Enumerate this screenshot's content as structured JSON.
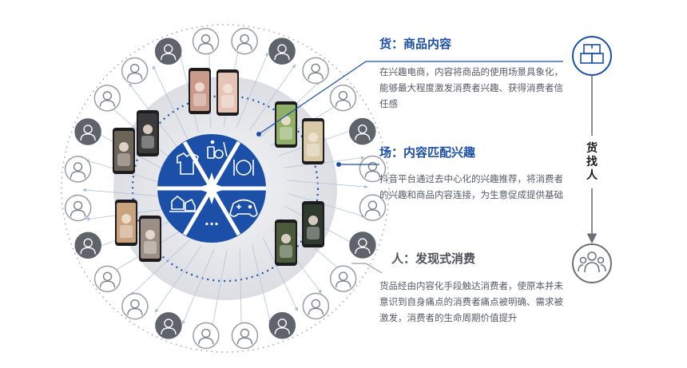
{
  "sections": [
    {
      "title": "货：商品内容",
      "text": "在兴趣电商，内容将商品的使用场景具象化，能够最大程度激发消费者兴趣、获得消费者信任感"
    },
    {
      "title": "场：内容匹配兴趣",
      "text": "抖音平台通过去中心化的兴趣推荐，将消费者的兴趣和商品内容连接，为生意促成提供基础"
    },
    {
      "title": "人：发现式消费",
      "text": "货品经由内容化手段触达消费者，使原本并未意识到自身痛点的消费者痛点被明确、需求被激发，消费者的生命周期价值提升"
    }
  ],
  "side_label": "货找人",
  "center_more": "...",
  "icons": {
    "box": "box-icon",
    "people": "people-icon",
    "beauty": "beauty-icon",
    "food": "food-icon",
    "game": "gamepad-icon",
    "pets": "pets-icon",
    "clothes": "clothes-icon"
  },
  "colors": {
    "blue": "#1b4fa8",
    "gray": "#6b6f78",
    "ring": "#d9dbe0",
    "arrow": "#9fb7d6"
  }
}
